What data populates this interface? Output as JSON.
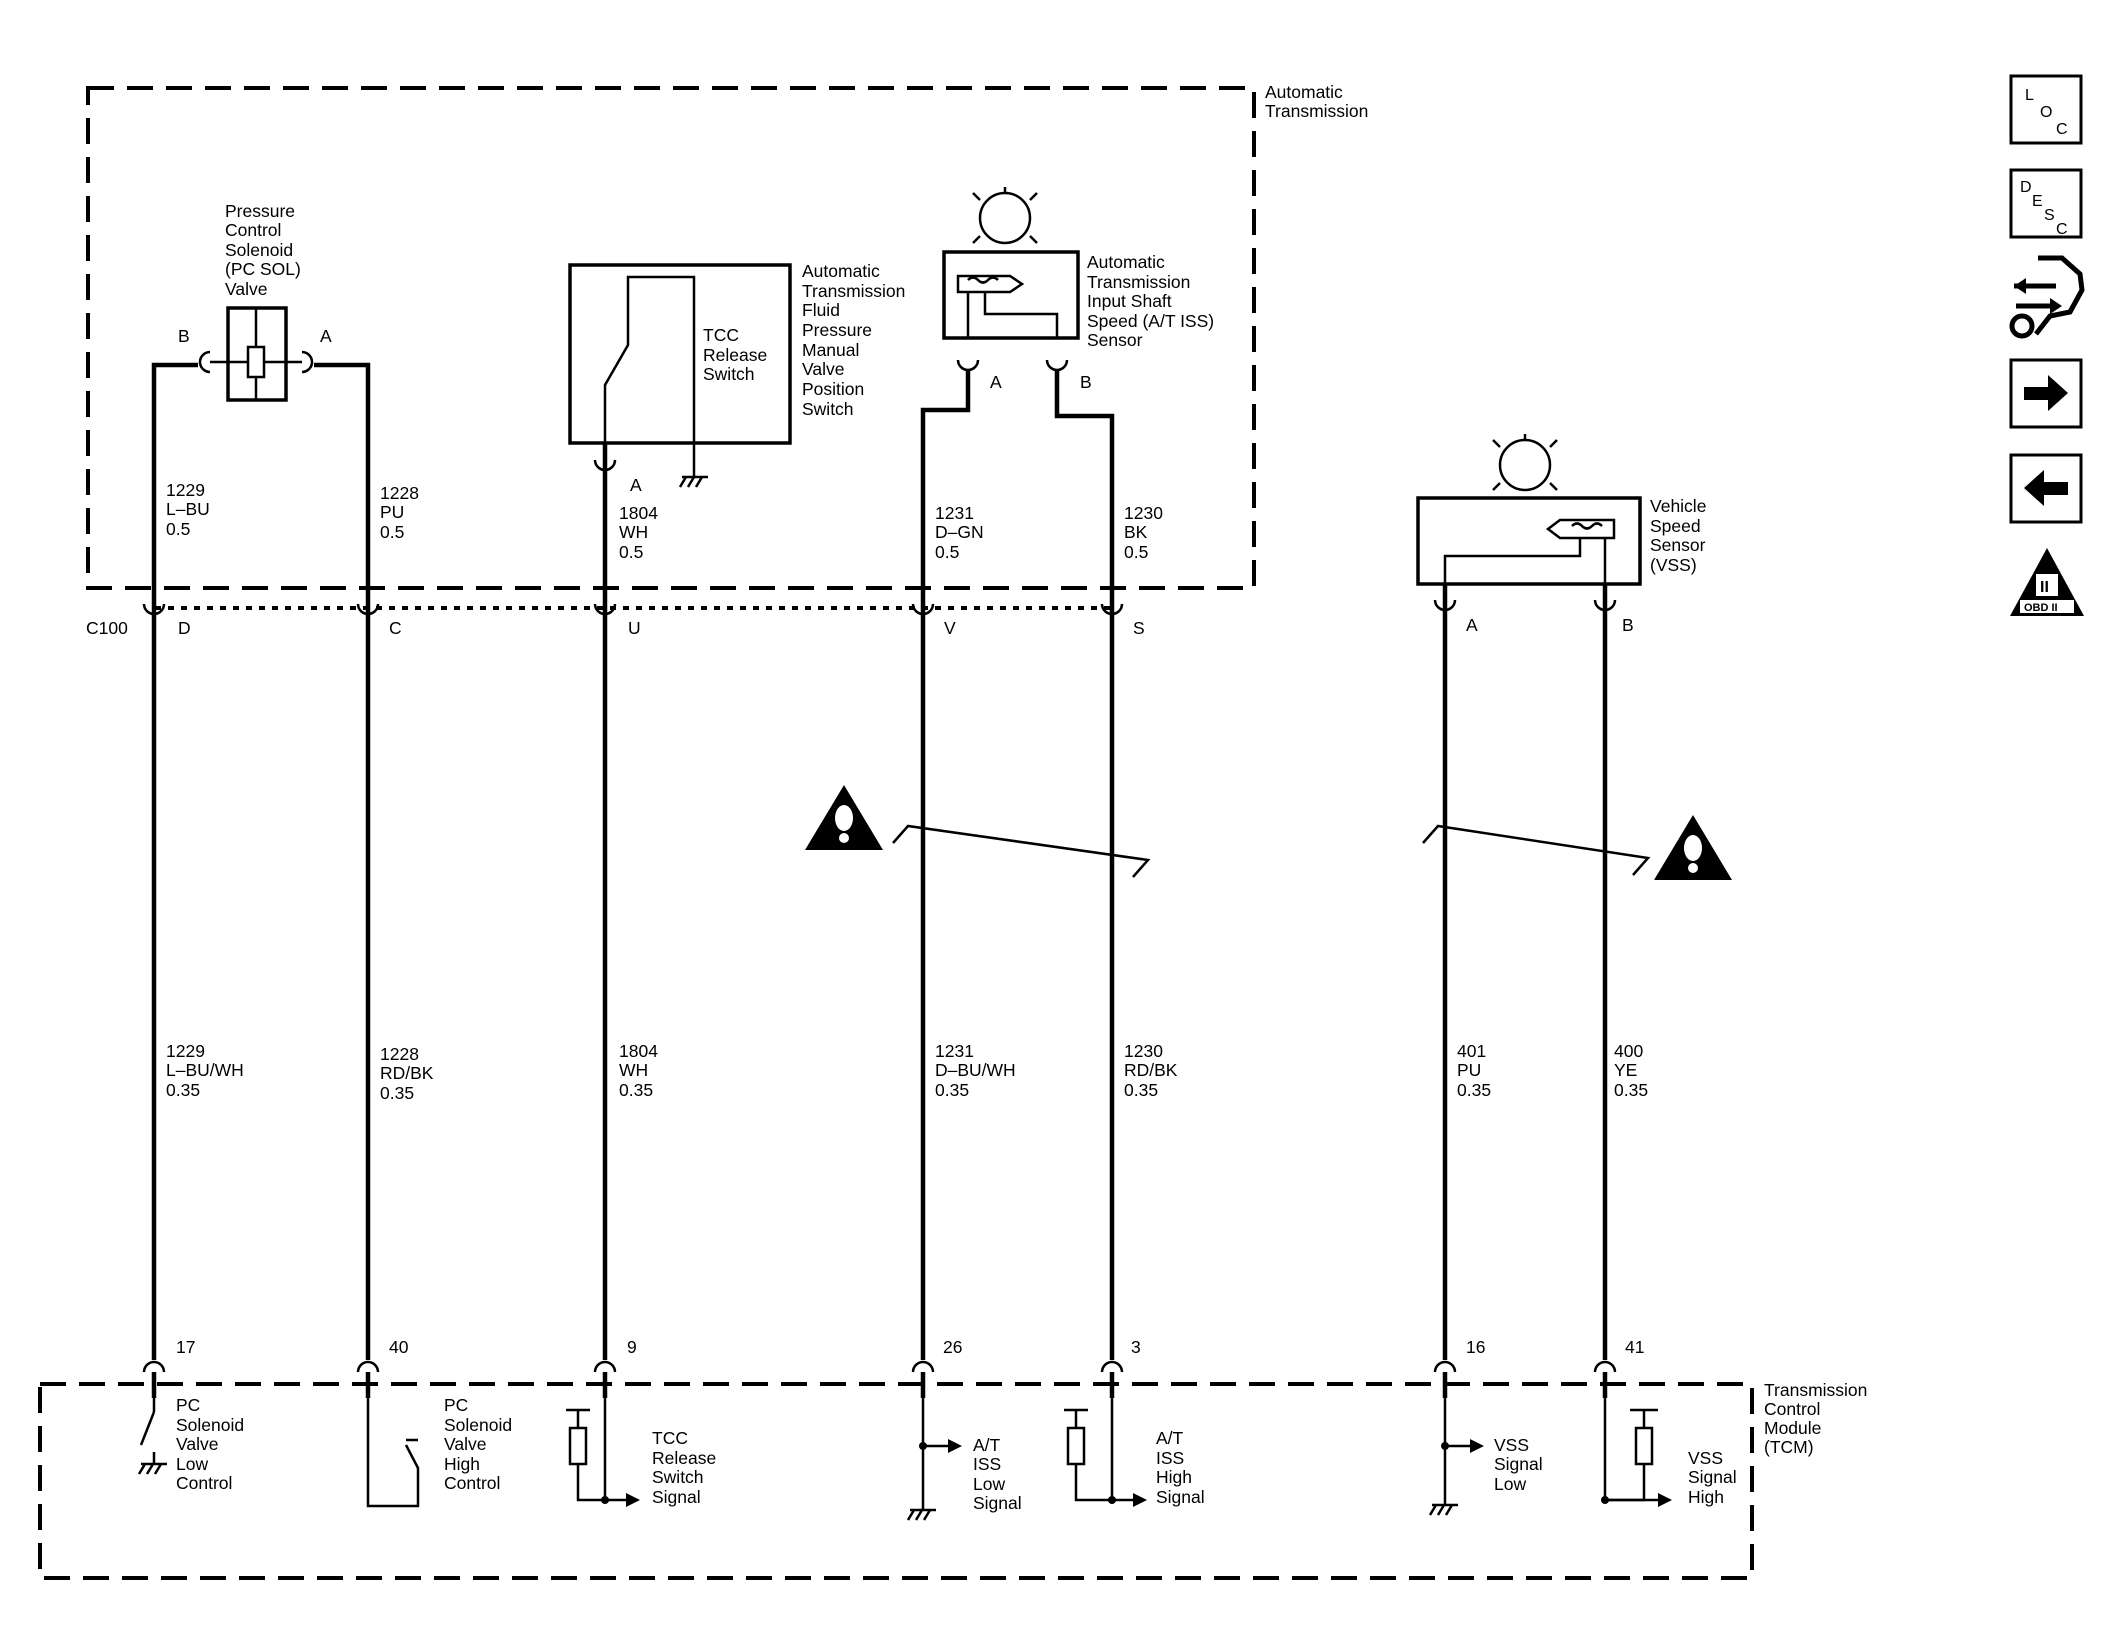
{
  "zones": {
    "trans": [
      "Automatic",
      "Transmission"
    ],
    "tcm": [
      "Transmission",
      "Control",
      "Module",
      "(TCM)"
    ]
  },
  "connector": {
    "id": "C100"
  },
  "components": {
    "pcsol": [
      "Pressure",
      "Control",
      "Solenoid",
      "(PC SOL)",
      "Valve"
    ],
    "pcsol_pins": [
      "B",
      "A"
    ],
    "tcc_switch": [
      "TCC",
      "Release",
      "Switch"
    ],
    "fluid_switch": [
      "Automatic",
      "Transmission",
      "Fluid",
      "Pressure",
      "Manual",
      "Valve",
      "Position",
      "Switch"
    ],
    "fluid_pin": "A",
    "iss": [
      "Automatic",
      "Transmission",
      "Input Shaft",
      "Speed (A/T ISS)",
      "Sensor"
    ],
    "iss_pins": [
      "A",
      "B"
    ],
    "vss": [
      "Vehicle",
      "Speed",
      "Sensor",
      "(VSS)"
    ],
    "vss_pins": [
      "A",
      "B"
    ]
  },
  "circuits": [
    {
      "c100_pin": "D",
      "upper": [
        "1229",
        "L–BU",
        "0.5"
      ],
      "lower": [
        "1229",
        "L–BU/WH",
        "0.35"
      ],
      "tcm_pin": "17",
      "function": [
        "PC",
        "Solenoid",
        "Valve",
        "Low",
        "Control"
      ]
    },
    {
      "c100_pin": "C",
      "upper": [
        "1228",
        "PU",
        "0.5"
      ],
      "lower": [
        "1228",
        "RD/BK",
        "0.35"
      ],
      "tcm_pin": "40",
      "function": [
        "PC",
        "Solenoid",
        "Valve",
        "High",
        "Control"
      ]
    },
    {
      "c100_pin": "U",
      "upper": [
        "1804",
        "WH",
        "0.5"
      ],
      "lower": [
        "1804",
        "WH",
        "0.35"
      ],
      "tcm_pin": "9",
      "function": [
        "TCC",
        "Release",
        "Switch",
        "Signal"
      ]
    },
    {
      "c100_pin": "V",
      "upper": [
        "1231",
        "D–GN",
        "0.5"
      ],
      "lower": [
        "1231",
        "D–BU/WH",
        "0.35"
      ],
      "tcm_pin": "26",
      "function": [
        "A/T",
        "ISS",
        "Low",
        "Signal"
      ]
    },
    {
      "c100_pin": "S",
      "upper": [
        "1230",
        "BK",
        "0.5"
      ],
      "lower": [
        "1230",
        "RD/BK",
        "0.35"
      ],
      "tcm_pin": "3",
      "function": [
        "A/T",
        "ISS",
        "High",
        "Signal"
      ]
    },
    {
      "c100_pin": "",
      "upper": [],
      "lower": [
        "401",
        "PU",
        "0.35"
      ],
      "tcm_pin": "16",
      "function": [
        "VSS",
        "Signal",
        "Low"
      ]
    },
    {
      "c100_pin": "",
      "upper": [],
      "lower": [
        "400",
        "YE",
        "0.35"
      ],
      "tcm_pin": "41",
      "function": [
        "VSS",
        "Signal",
        "High"
      ]
    }
  ],
  "nav_icons": [
    {
      "icon": "loc-icon",
      "letters": [
        "L",
        "O",
        "C"
      ]
    },
    {
      "icon": "desc-icon",
      "letters": [
        "D",
        "E",
        "S",
        "C"
      ]
    },
    {
      "icon": "diagnostic-tool-icon",
      "letters": []
    },
    {
      "icon": "arrow-right-icon",
      "letters": []
    },
    {
      "icon": "arrow-left-icon",
      "letters": []
    },
    {
      "icon": "obd-ii-icon",
      "letters": [
        "II",
        "OBD II"
      ]
    }
  ]
}
